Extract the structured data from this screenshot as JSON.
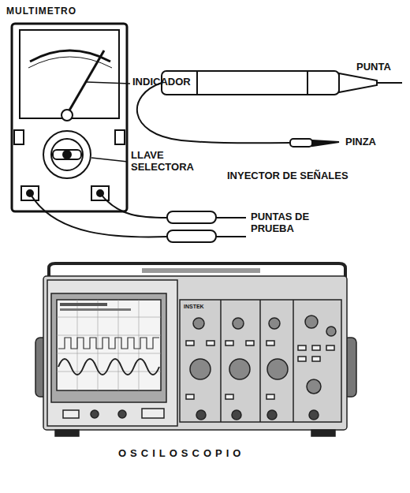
{
  "diagram": {
    "labels": [
      "MULTIMETRO",
      "INDICADOR",
      "LLAVE SELECTORA",
      "PUNTA",
      "PINZA",
      "INYECTOR DE SEÑALES",
      "PUNTAS DE PRUEBA",
      "INSTEK",
      "OSCILOSCOPIO"
    ]
  }
}
